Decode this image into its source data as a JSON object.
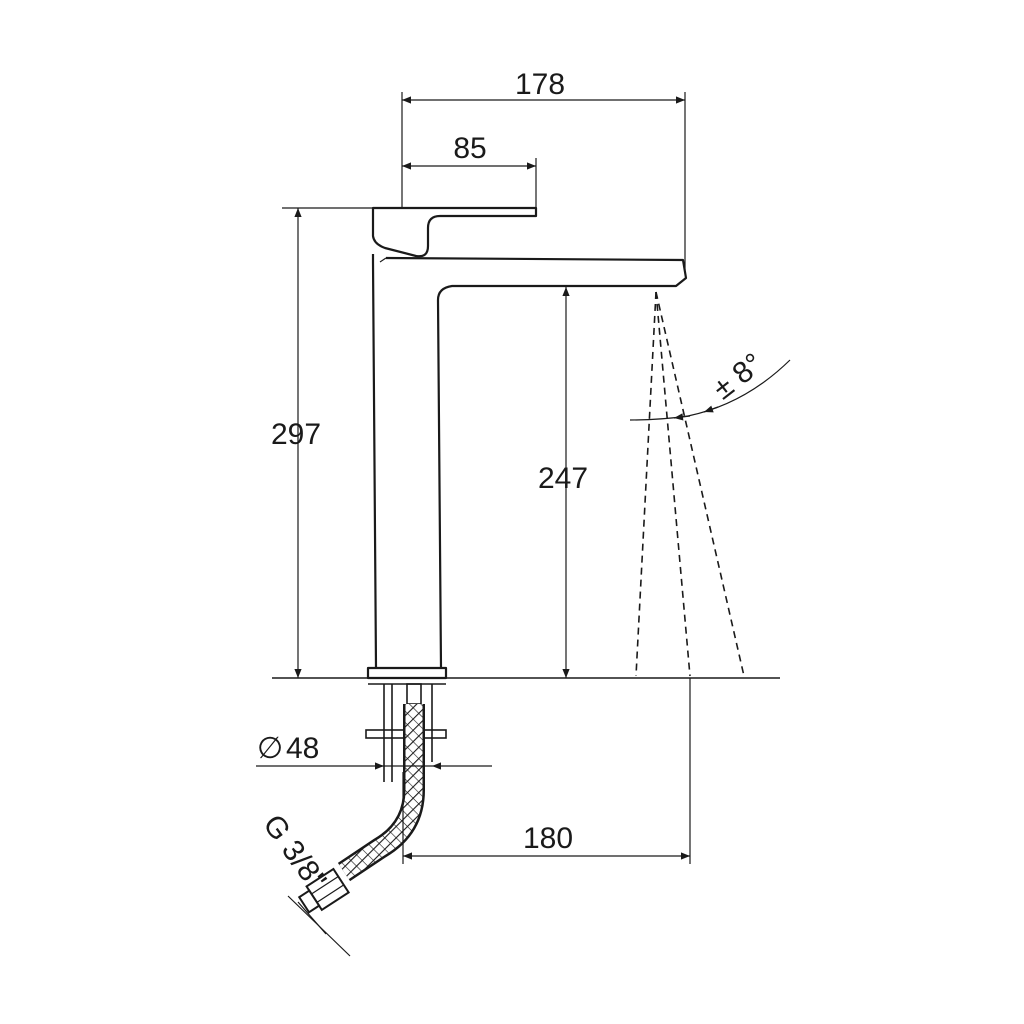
{
  "dimensions": {
    "overall_reach": "178",
    "lever_length": "85",
    "total_height": "297",
    "spout_height": "247",
    "spray_angle": "± 8°",
    "base_diameter": "48",
    "diameter_symbol": "∅",
    "spout_projection": "180",
    "connection_thread": "G 3/8\""
  },
  "colors": {
    "line": "#1a1a1a",
    "background": "#ffffff"
  }
}
